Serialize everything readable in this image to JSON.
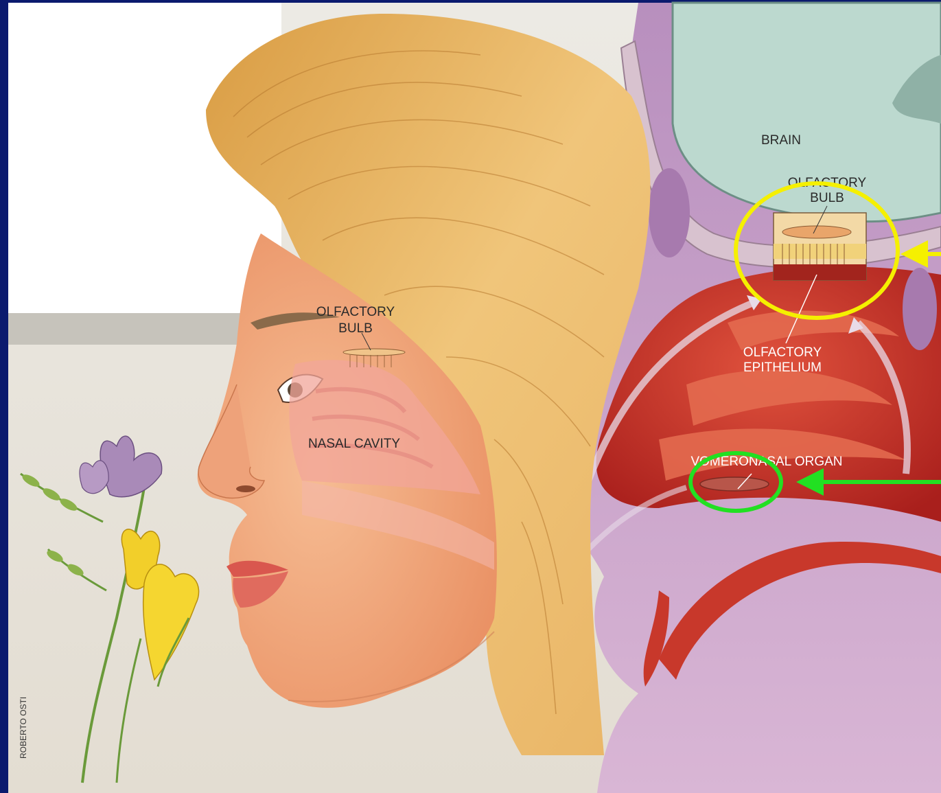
{
  "labels": {
    "face_olfactory_bulb_line1": "OLFACTORY",
    "face_olfactory_bulb_line2": "BULB",
    "nasal_cavity": "NASAL CAVITY",
    "brain": "BRAIN",
    "section_olfactory_bulb_line1": "OLFACTORY",
    "section_olfactory_bulb_line2": "BULB",
    "olfactory_epithelium_line1": "OLFACTORY",
    "olfactory_epithelium_line2": "EPITHELIUM",
    "vomeronasal_organ": "VOMERONASAL ORGAN"
  },
  "credit": "ROBERTO OSTI",
  "colors": {
    "slide_background": "#0b1a6e",
    "highlight_yellow": "#f5f000",
    "highlight_green": "#22e022",
    "skin": "#f0a77e",
    "hair": "#e6b25a",
    "nasal_interior": "#c9352a",
    "tissue_purple": "#c9a3cc",
    "brain": "#bcd9cf"
  },
  "icons": [
    "yellow-arrow-icon",
    "green-arrow-icon",
    "flower-illustration"
  ]
}
